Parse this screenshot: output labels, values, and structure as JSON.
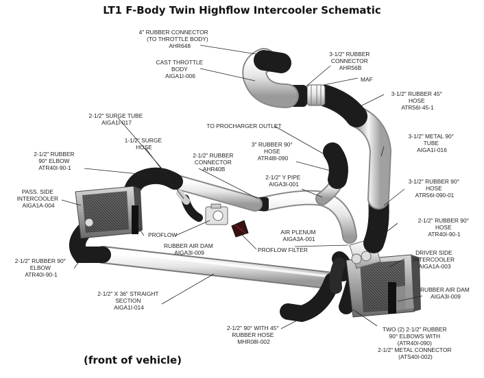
{
  "title": "LT1 F-Body Twin Highflow Intercooler Schematic",
  "footer": "(front of vehicle)",
  "labels": {
    "rubber_connector_4in": [
      "4\" RUBBER CONNECTOR",
      "(TO THROTTLE BODY)",
      "AHR648"
    ],
    "cast_throttle_body": [
      "CAST THROTTLE",
      "BODY",
      "AIGA1I-006"
    ],
    "rubber_connector_312": [
      "3-1/2\" RUBBER",
      "CONNECTOR",
      "AHR56B"
    ],
    "maf": [
      "MAF"
    ],
    "rubber_45_hose": [
      "3-1/2\" RUBBER 45°",
      "HOSE",
      "ATR56I-45-1"
    ],
    "surge_tube": [
      "2-1/2\" SURGE TUBE",
      "AIGA1I-017"
    ],
    "procharger_outlet": [
      "TO PROCHARGER OUTLET"
    ],
    "metal_90_tube": [
      "3-1/2\" METAL 90°",
      "TUBE",
      "AIGA1I-016"
    ],
    "surge_hose": [
      "1-1/2\" SURGE",
      "HOSE"
    ],
    "rubber_90_elbow_left": [
      "2-1/2\" RUBBER",
      "90° ELBOW",
      "ATR40I-90-1"
    ],
    "rubber_connector_212": [
      "2-1/2\" RUBBER",
      "CONNECTOR",
      "AHR40B"
    ],
    "rubber_90_hose_3in": [
      "3\" RUBBER 90°",
      "HOSE",
      "ATR48I-090"
    ],
    "y_pipe": [
      "2-1/2\" Y PIPE",
      "AIGA3I-001"
    ],
    "rubber_90_hose_312": [
      "3-1/2\" RUBBER 90°",
      "HOSE",
      "ATR56I-090-01"
    ],
    "pass_intercooler": [
      "PASS. SIDE",
      "INTERCOOLER",
      "AIGA1A-004"
    ],
    "proflow": [
      "PROFLOW"
    ],
    "rubber_90_hose_212": [
      "2-1/2\" RUBBER 90°",
      "HOSE",
      "ATR40I-90-1"
    ],
    "air_plenum": [
      "AIR PLENUM",
      "AIGA3A-001"
    ],
    "rubber_air_dam_left": [
      "RUBBER AIR DAM",
      "AIGA3I-009"
    ],
    "proflow_filter": [
      "PROFLOW FILTER"
    ],
    "driver_intercooler": [
      "DRIVER SIDE",
      "INTERCOOLER",
      "AIGA1A-003"
    ],
    "rubber_90_elbow_bottom": [
      "2-1/2\" RUBBER 90°",
      "ELBOW",
      "ATR40I-90-1"
    ],
    "rubber_air_dam_right": [
      "RUBBER AIR DAM",
      "AIGA3I-009"
    ],
    "straight_section": [
      "2-1/2\" X 36\" STRAIGHT",
      "SECTION",
      "AIGA1I-014"
    ],
    "rubber_hose_90_45": [
      "2-1/2\" 90° WITH 45°",
      "RUBBER HOSE",
      "MHR08I-002"
    ],
    "two_elbows": [
      "TWO (2) 2-1/2\" RUBBER",
      "90° ELBOWS WITH",
      "(ATR40I-090)",
      "2-1/2\" METAL CONNECTOR",
      "(ATS40I-002)"
    ]
  },
  "colors": {
    "rubber": "#1c1c1c",
    "metal_light": "#f2f2f2",
    "metal_dark": "#a8a8a8",
    "cooler": "#6e6e6e",
    "leader": "#222222"
  }
}
